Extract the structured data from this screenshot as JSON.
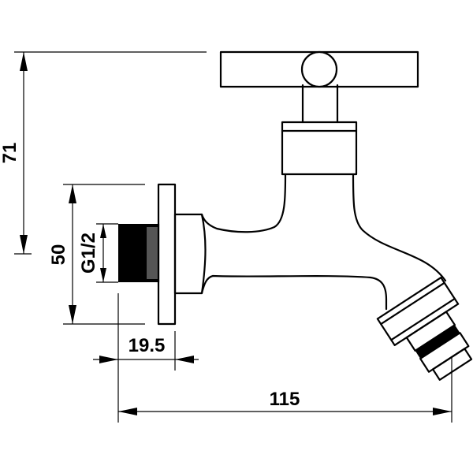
{
  "dimensions": {
    "height_total": "71",
    "flange_height": "50",
    "thread_size": "G1/2",
    "thread_length": "19.5",
    "overall_length": "115"
  }
}
